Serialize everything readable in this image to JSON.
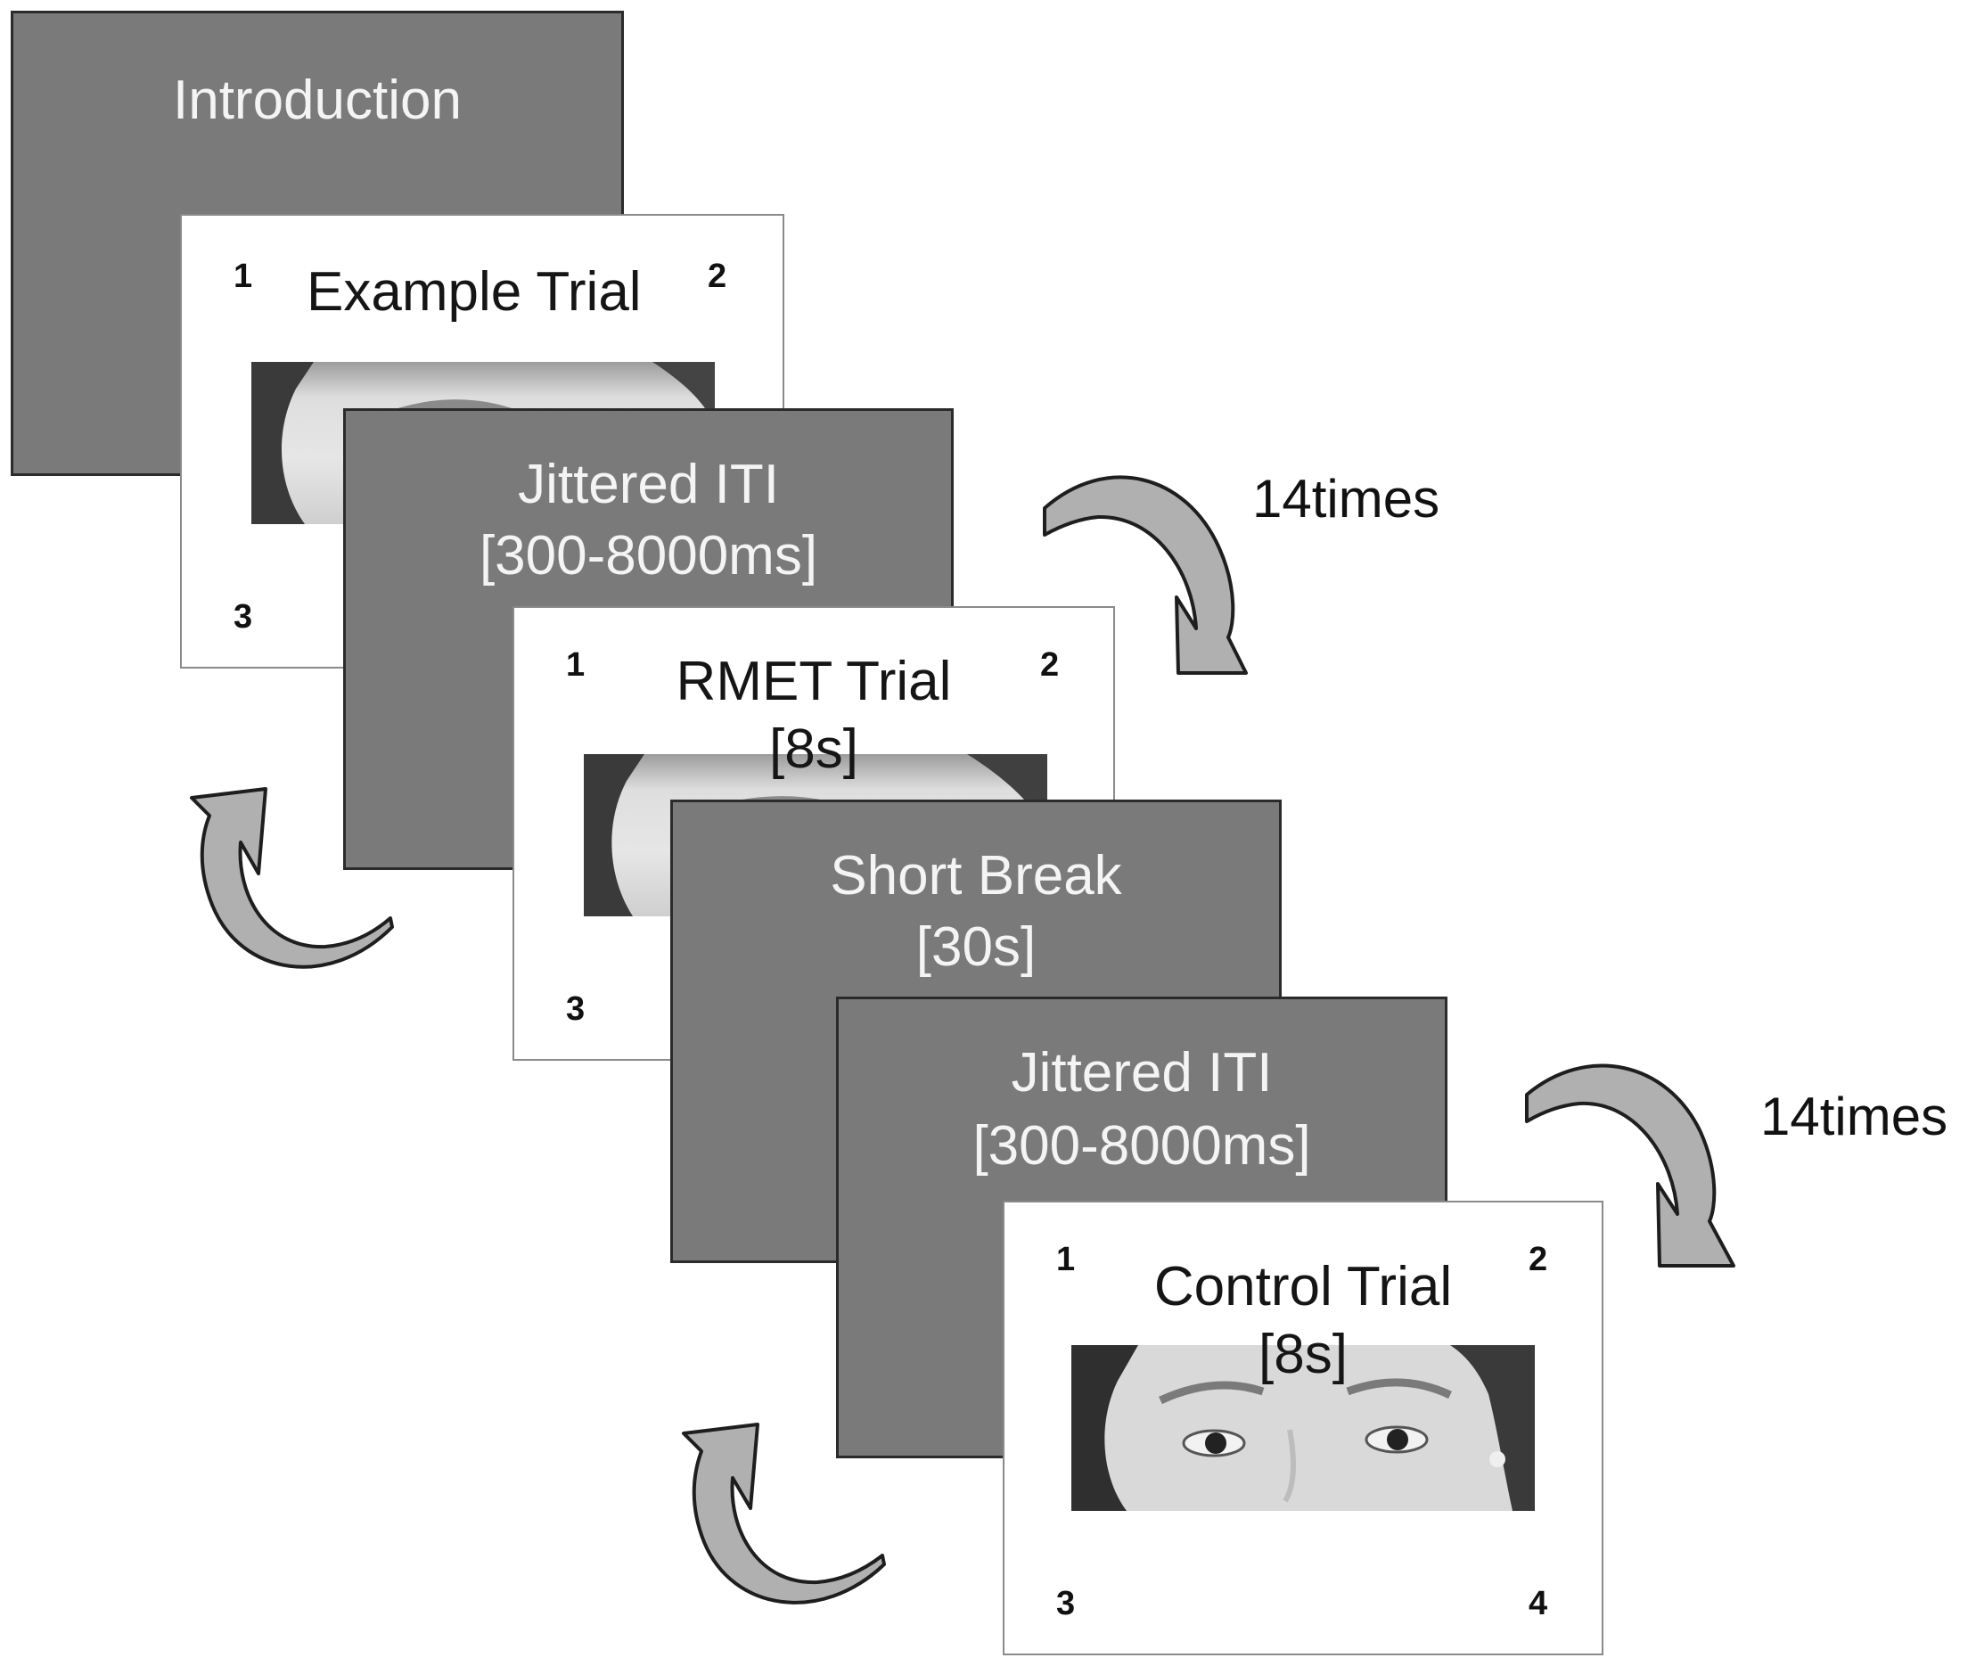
{
  "slides": {
    "introduction": {
      "title": "Introduction"
    },
    "example_trial": {
      "title": "Example Trial",
      "n1": "1",
      "n2": "2",
      "n3": "3"
    },
    "iti_1": {
      "line1": "Jittered ITI",
      "line2": "[300-8000ms]"
    },
    "rmet_trial": {
      "line1": "RMET Trial",
      "line2": "[8s]",
      "n1": "1",
      "n2": "2",
      "n3": "3"
    },
    "short_break": {
      "line1": "Short Break",
      "line2": "[30s]"
    },
    "iti_2": {
      "line1": "Jittered ITI",
      "line2": "[300-8000ms]"
    },
    "control_trial": {
      "line1": "Control Trial",
      "line2": "[8s]",
      "n1": "1",
      "n2": "2",
      "n3": "3",
      "n4": "4"
    }
  },
  "repeat_labels": {
    "upper": "14times",
    "lower": "14times"
  },
  "colors": {
    "dark_slide": "#7a7a7a",
    "arrow_fill": "#b0b0b0",
    "arrow_stroke": "#1e1e1e"
  }
}
